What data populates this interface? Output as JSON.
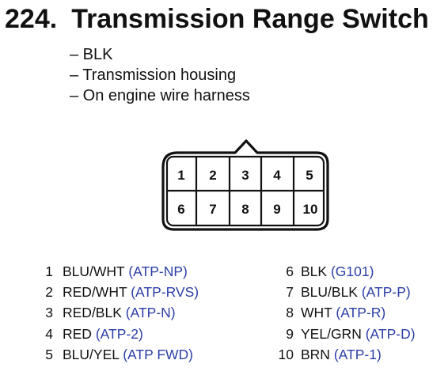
{
  "title": {
    "number": "224.",
    "text": "Transmission Range Switch"
  },
  "subtitles": [
    "– BLK",
    "– Transmission housing",
    "– On engine wire harness"
  ],
  "connector": {
    "top_row": [
      "1",
      "2",
      "3",
      "4",
      "5"
    ],
    "bottom_row": [
      "6",
      "7",
      "8",
      "9",
      "10"
    ]
  },
  "pins_left": [
    {
      "num": "1",
      "wire": "BLU/WHT",
      "signal": "(ATP-NP)"
    },
    {
      "num": "2",
      "wire": "RED/WHT",
      "signal": "(ATP-RVS)"
    },
    {
      "num": "3",
      "wire": "RED/BLK",
      "signal": "(ATP-N)"
    },
    {
      "num": "4",
      "wire": "RED",
      "signal": "(ATP-2)"
    },
    {
      "num": "5",
      "wire": "BLU/YEL",
      "signal": "(ATP FWD)"
    }
  ],
  "pins_right": [
    {
      "num": "6",
      "wire": "BLK",
      "signal": "(G101)"
    },
    {
      "num": "7",
      "wire": "BLU/BLK",
      "signal": "(ATP-P)"
    },
    {
      "num": "8",
      "wire": "WHT",
      "signal": "(ATP-R)"
    },
    {
      "num": "9",
      "wire": "YEL/GRN",
      "signal": "(ATP-D)"
    },
    {
      "num": "10",
      "wire": "BRN",
      "signal": "(ATP-1)"
    }
  ],
  "colors": {
    "text": "#111111",
    "signal": "#2b3ea6"
  }
}
